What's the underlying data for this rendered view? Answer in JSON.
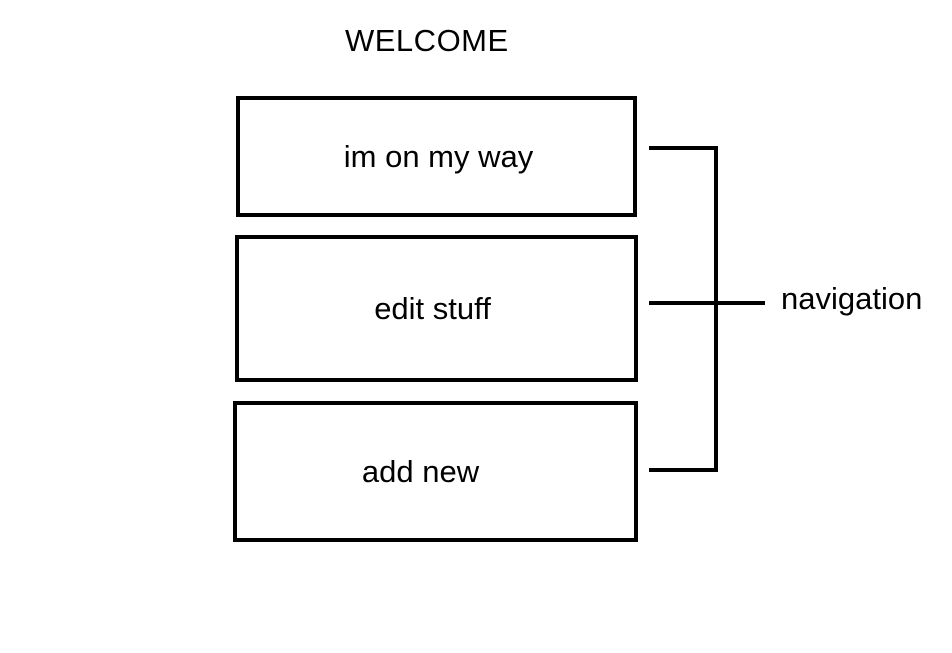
{
  "header": {
    "title": "WELCOME"
  },
  "navigation": {
    "label": "navigation",
    "items": [
      {
        "label": "im on my way"
      },
      {
        "label": "edit stuff"
      },
      {
        "label": "add new"
      }
    ]
  },
  "colors": {
    "stroke": "#000000",
    "background": "#ffffff"
  }
}
